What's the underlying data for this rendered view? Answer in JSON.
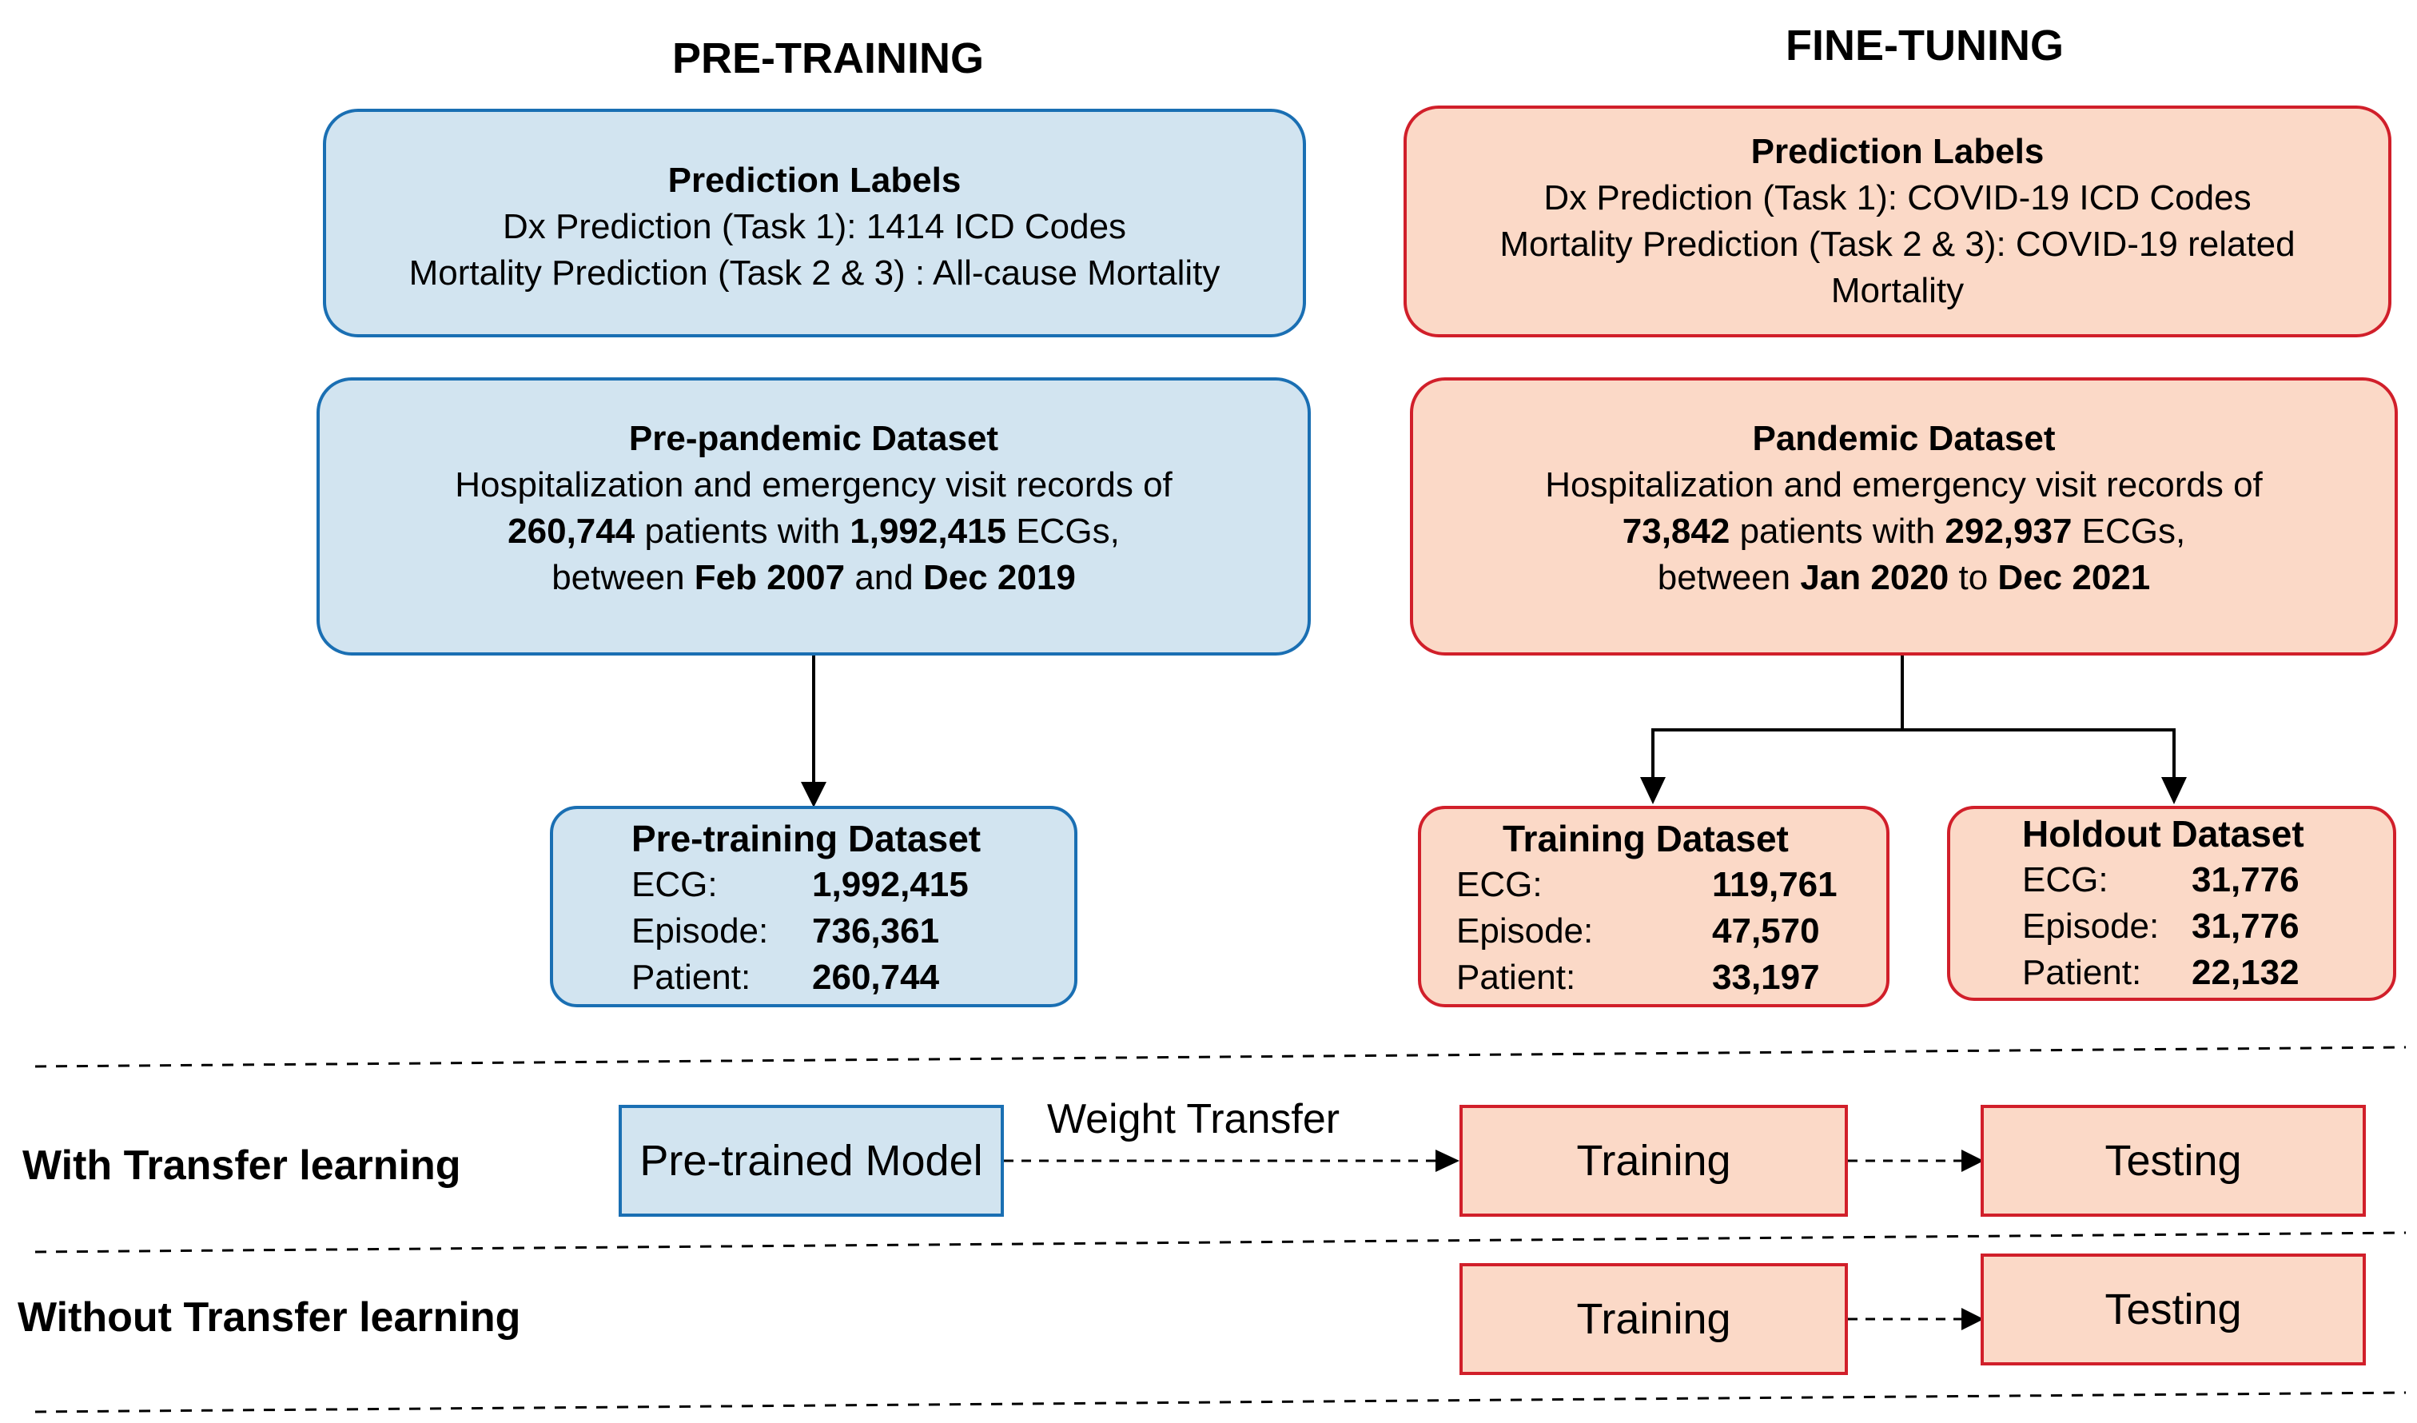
{
  "headers": {
    "pretraining": "PRE-TRAINING",
    "finetuning": "FINE-TUNING"
  },
  "pretrain_labels": {
    "title": "Prediction Labels",
    "line1": "Dx Prediction (Task 1): 1414 ICD Codes",
    "line2": "Mortality Prediction (Task 2 & 3) : All-cause Mortality"
  },
  "finetune_labels": {
    "title": "Prediction Labels",
    "line1": "Dx Prediction (Task 1): COVID-19 ICD Codes",
    "line2": "Mortality Prediction (Task 2 & 3): COVID-19 related",
    "line3": "Mortality"
  },
  "prepandemic": {
    "title": "Pre-pandemic Dataset",
    "line1": "Hospitalization and emergency visit records of",
    "patients": "260,744",
    "mid1": " patients with ",
    "ecgs": "1,992,415",
    "end1": " ECGs,",
    "between": "between ",
    "from": "Feb 2007",
    "and": " and ",
    "to": "Dec 2019"
  },
  "pandemic": {
    "title": "Pandemic Dataset",
    "line1": "Hospitalization and emergency visit records of",
    "patients": "73,842",
    "mid1": " patients with ",
    "ecgs": "292,937",
    "end1": " ECGs,",
    "between": "between ",
    "from": "Jan 2020",
    "and": " to ",
    "to": "Dec 2021"
  },
  "pretraining_dataset": {
    "title": "Pre-training Dataset",
    "ecg_label": "ECG:",
    "ecg": "1,992,415",
    "episode_label": "Episode:",
    "episode": "736,361",
    "patient_label": "Patient:",
    "patient": "260,744"
  },
  "training_dataset": {
    "title": "Training Dataset",
    "ecg_label": "ECG:",
    "ecg": "119,761",
    "episode_label": "Episode:",
    "episode": "47,570",
    "patient_label": "Patient:",
    "patient": "33,197"
  },
  "holdout_dataset": {
    "title": "Holdout Dataset",
    "ecg_label": "ECG:",
    "ecg": "31,776",
    "episode_label": "Episode:",
    "episode": "31,776",
    "patient_label": "Patient:",
    "patient": "22,132"
  },
  "rows": {
    "with_tl": "With Transfer learning",
    "without_tl": "Without Transfer learning"
  },
  "with_row": {
    "pretrained_model": "Pre-trained Model",
    "weight_transfer": "Weight Transfer",
    "training": "Training",
    "testing": "Testing"
  },
  "without_row": {
    "training": "Training",
    "testing": "Testing"
  },
  "colors": {
    "blue_fill": "#d2e4f0",
    "blue_border": "#1a6fb3",
    "red_fill": "#fbd9c7",
    "red_border": "#d11f2a"
  }
}
